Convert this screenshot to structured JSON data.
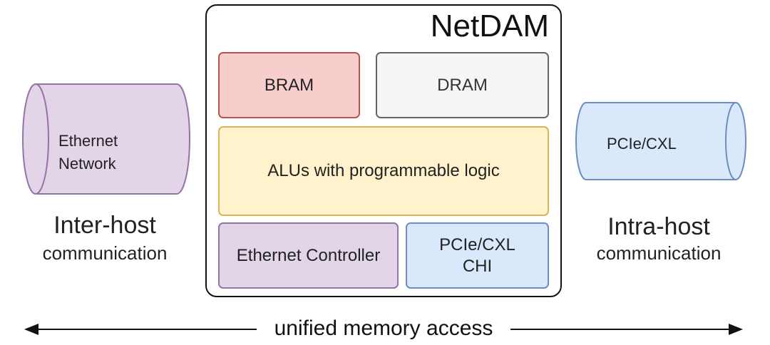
{
  "netdam": {
    "title": "NetDAM",
    "bram": "BRAM",
    "dram": "DRAM",
    "alus": "ALUs with programmable logic",
    "ethernet_controller": "Ethernet Controller",
    "pcie_chi": [
      "PCIe/CXL",
      "CHI"
    ]
  },
  "left": {
    "cylinder_label": [
      "Ethernet",
      "Network"
    ],
    "caption_main": "Inter-host",
    "caption_sub": "communication"
  },
  "right": {
    "cylinder_label": "PCIe/CXL",
    "caption_main": "Intra-host",
    "caption_sub": "communication"
  },
  "bottom": {
    "arrow_label": "unified memory access"
  },
  "colors": {
    "bram_fill": "#f8cecc",
    "bram_stroke": "#b85450",
    "dram_fill": "#f5f5f5",
    "dram_stroke": "#666666",
    "alu_fill": "#fff2cc",
    "alu_stroke": "#d6b656",
    "eth_fill": "#e1d5e7",
    "eth_stroke": "#9673a6",
    "pcie_fill": "#dae8fc",
    "pcie_stroke": "#6c8ebf"
  }
}
